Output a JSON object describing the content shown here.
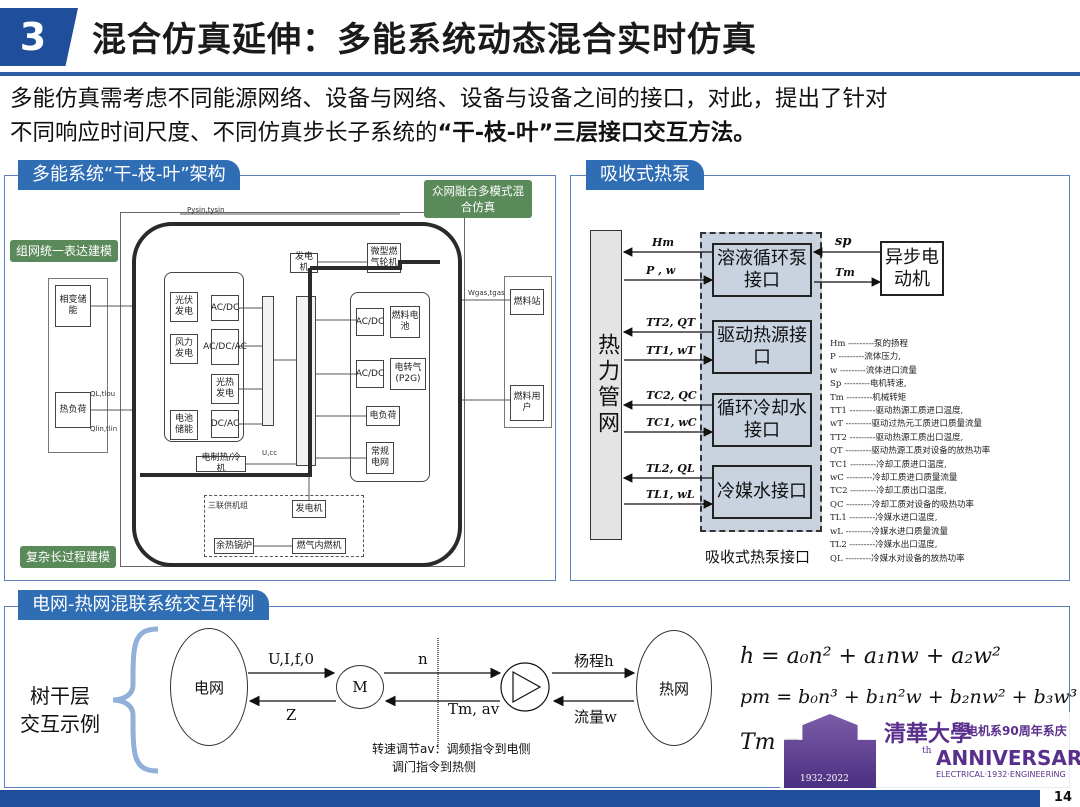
{
  "header": {
    "number": "3",
    "title": "混合仿真延伸：多能系统动态混合实时仿真"
  },
  "intro": {
    "line1": "多能仿真需考虑不同能源网络、设备与网络、设备与设备之间的接口，对此，提出了针对",
    "line2_a": "不同响应时间尺度、不同仿真步长子系统的",
    "line2_b": "“干-枝-叶”三层接口交互方法。"
  },
  "left_panel": {
    "tab": "多能系统“干-枝-叶”架构",
    "callout_top_right": "众网融合多模式混合仿真",
    "callout_left": "组网统一表达建模",
    "callout_bottom": "复杂长过程建模",
    "boxes": {
      "xiangbian": "相变储能",
      "reguzhi": "热负荷",
      "guangfu": "光伏发电",
      "fengli": "风力发电",
      "guangre": "光热发电",
      "dianchi": "电池储能",
      "acdc1": "AC/DC",
      "acdcac": "AC/DC/AC",
      "acdc2": "AC/DC",
      "dcac": "DC/AC",
      "fadianji_top": "发电机",
      "weixing": "微型燃气轮机",
      "acdc3": "AC/DC",
      "ranliao": "燃料电池",
      "acdc4": "AC/DC",
      "p2g": "电转气(P2G)",
      "dianfuhe": "电负荷",
      "changgui": "常规电网",
      "dianzhire": "电制热/冷机",
      "sanlian": "三联供机组",
      "fadianji_bot": "发电机",
      "yure": "余热锅炉",
      "ranqi": "燃气内燃机",
      "ranliaozhan": "燃料站",
      "ranliaoyonghu": "燃料用户"
    },
    "small_labels": {
      "pysin": "Pysin,tysin",
      "qlin": "QL,tlou",
      "qlin2": "Qlin,tlin",
      "wgas": "Wgas,tgas",
      "ulcc": "U,cc"
    }
  },
  "right_panel": {
    "tab": "吸收式热泵",
    "heat_pipe": "热力管网",
    "interfaces": [
      "溶液循环泵接口",
      "驱动热源接口",
      "循环冷却水接口",
      "冷媒水接口"
    ],
    "motor": "异步电动机",
    "caption": "吸收式热泵接口",
    "arrow_labels": {
      "hm": "Hm",
      "pw": "P , w",
      "sp": "sp",
      "tm": "Tm",
      "tr2qr": "TT2, QT",
      "tr1wr": "TT1, wT",
      "tc2qc": "TC2, QC",
      "tc1wc": "TC1, wC",
      "tl2ql": "TL2, QL",
      "tl1wl": "TL1, wL"
    },
    "legend": [
      "Hm ---------泵的扬程",
      "P ---------流体压力,",
      "w ---------流体进口流量",
      "Sp ---------电机转速,",
      "Tm ---------机械转矩",
      "TT1 ---------驱动热源工质进口温度,",
      "wT ---------驱动过热元工质进口质量流量",
      "TT2 ---------驱动热源工质出口温度,",
      "QT ---------驱动热源工质对设备的放热功率",
      "TC1 ---------冷却工质进口温度,",
      "wC ---------冷却工质进口质量流量",
      "TC2 ---------冷却工质出口温度,",
      "QC ---------冷却工质对设备的吸热功率",
      "TL1 ---------冷媒水进口温度,",
      "wL ---------冷媒水进口质量流量",
      "TL2 ---------冷媒水出口温度,",
      "QL ---------冷媒水对设备的放热功率"
    ]
  },
  "bottom_panel": {
    "tab": "电网-热网混联系统交互样例",
    "side_label_1": "树干层",
    "side_label_2": "交互示例",
    "grid": "电网",
    "motor": "M",
    "heat": "热网",
    "u_label": "U,I,f,0",
    "z_label": "Z",
    "n_label": "n",
    "tm_label": "Tm, av",
    "head_label": "杨程h",
    "flow_label": "流量w",
    "note1": "转速调节av：调频指令到电侧",
    "note2": "调门指令到热侧",
    "formula1": "h = a₀n² + a₁nw + a₂w²",
    "formula2": "pm = b₀n³ + b₁n²w + b₂nw² + b₃w³",
    "formula3": "Tm = ···"
  },
  "logo": {
    "school": "清華大學",
    "dept": "电机系90周年系庆",
    "anniversary": "ANNIVERSARY",
    "th": "th",
    "sub": "ELECTRICAL·1932·ENGINEERING",
    "years": "1932-2022"
  },
  "page_number": "14"
}
